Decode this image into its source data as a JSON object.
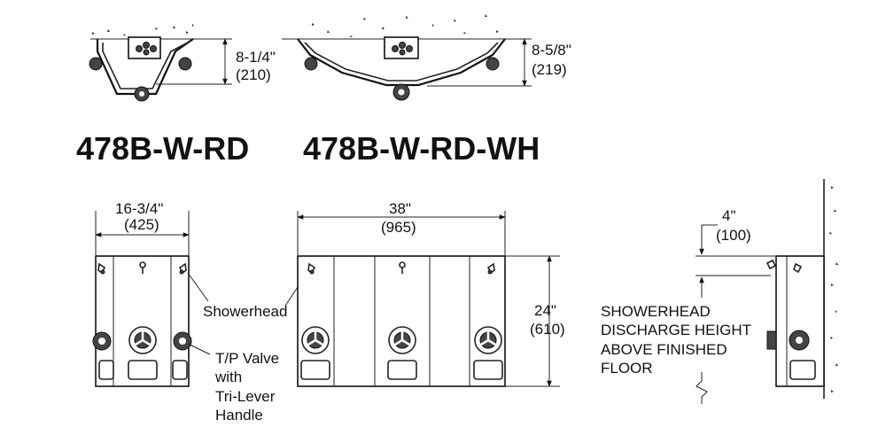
{
  "top_views": {
    "single": {
      "depth_in": "8-1/4\"",
      "depth_mm": "(210)"
    },
    "triple": {
      "depth_in": "8-5/8\"",
      "depth_mm": "(219)"
    }
  },
  "models": {
    "single": "478B-W-RD",
    "triple": "478B-W-RD-WH"
  },
  "front_views": {
    "single_width_in": "16-3/4\"",
    "single_width_mm": "(425)",
    "triple_width_in": "38\"",
    "triple_width_mm": "(965)",
    "height_in": "24\"",
    "height_mm": "(610)"
  },
  "callouts": {
    "showerhead": "Showerhead",
    "valve_line1": "T/P Valve",
    "valve_line2": "with",
    "valve_line3": "Tri-Lever",
    "valve_line4": "Handle"
  },
  "side_view": {
    "offset_in": "4\"",
    "offset_mm": "(100)",
    "note_line1": "SHOWERHEAD",
    "note_line2": "DISCHARGE HEIGHT",
    "note_line3": "ABOVE FINISHED",
    "note_line4": "FLOOR"
  }
}
